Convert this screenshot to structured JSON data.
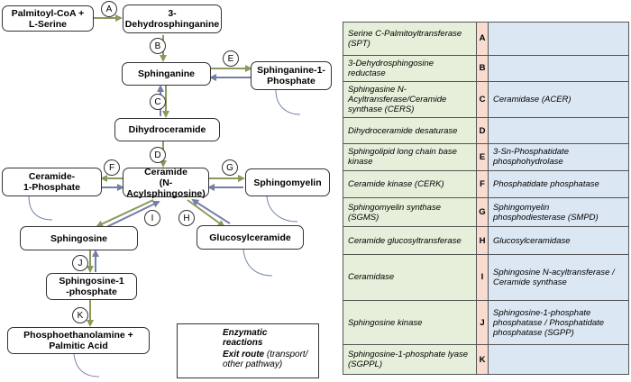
{
  "colors": {
    "enzymatic_arrow": "#8a9a5b",
    "exit_arrow": "#7280a8",
    "enzyme_cell": "#e5efd9",
    "letter_cell": "#f9dccf",
    "reverse_cell": "#dbe7f3"
  },
  "nodes": {
    "palmitoyl": [
      "Palmitoyl-CoA +",
      "L-Serine"
    ],
    "dehydrosphinganine": [
      "3-",
      "Dehydrosphinganine"
    ],
    "sphinganine": [
      "Sphinganine"
    ],
    "sphinganine1p": [
      "Sphinganine-1-",
      "Phosphate"
    ],
    "dihydroceramide": [
      "Dihydroceramide"
    ],
    "ceramide": [
      "Ceramide",
      "(N-Acylsphingosine)"
    ],
    "ceramide1p": [
      "Ceramide-",
      "1-Phosphate"
    ],
    "sphingomyelin": [
      "Sphingomyelin"
    ],
    "sphingosine": [
      "Sphingosine"
    ],
    "glucosylceramide": [
      "Glucosylceramide"
    ],
    "sphingosine1p": [
      "Sphingosine-1",
      "-phosphate"
    ],
    "phosphoethanolamine": [
      "Phosphoethanolamine +",
      "Palmitic Acid"
    ]
  },
  "step_labels": {
    "A": "A",
    "B": "B",
    "C": "C",
    "D": "D",
    "E": "E",
    "F": "F",
    "G": "G",
    "H": "H",
    "I": "I",
    "J": "J",
    "K": "K"
  },
  "legend": {
    "enzymatic": [
      "Enzymatic",
      "reactions"
    ],
    "exit_bold": "Exit route",
    "exit_rest": [
      "(transport/",
      "other pathway)"
    ]
  },
  "enzyme_table": [
    {
      "enzyme": "Serine C-Palmitoyltransferase (SPT)",
      "letter": "A",
      "reverse": ""
    },
    {
      "enzyme": "3-Dehydrosphingosine reductase",
      "letter": "B",
      "reverse": ""
    },
    {
      "enzyme": "Sphingasine N-Acyltransferase/Ceramide synthase (CERS)",
      "letter": "C",
      "reverse": "Ceramidase (ACER)"
    },
    {
      "enzyme": "Dihydroceramide desaturase",
      "letter": "D",
      "reverse": ""
    },
    {
      "enzyme": "Sphingolipid long chain base kinase",
      "letter": "E",
      "reverse": "3-Sn-Phosphatidate phosphohydrolase"
    },
    {
      "enzyme": "Ceramide kinase (CERK)",
      "letter": "F",
      "reverse": "Phosphatidate phosphatase"
    },
    {
      "enzyme": "Sphingomyelin synthase (SGMS)",
      "letter": "G",
      "reverse": "Sphingomyelin phosphodiesterase (SMPD)"
    },
    {
      "enzyme": "Ceramide glucosyltransferase",
      "letter": "H",
      "reverse": "Glucosylceramidase"
    },
    {
      "enzyme": "Ceramidase",
      "letter": "I",
      "reverse": "Sphingosine N-acyltransferase / Ceramide synthase"
    },
    {
      "enzyme": "Sphingosine kinase",
      "letter": "J",
      "reverse": "Sphingosine-1-phosphate phosphatase / Phosphatidate phosphatase (SGPP)"
    },
    {
      "enzyme": "Sphingosine-1-phosphate lyase (SGPPL)",
      "letter": "K",
      "reverse": ""
    }
  ]
}
